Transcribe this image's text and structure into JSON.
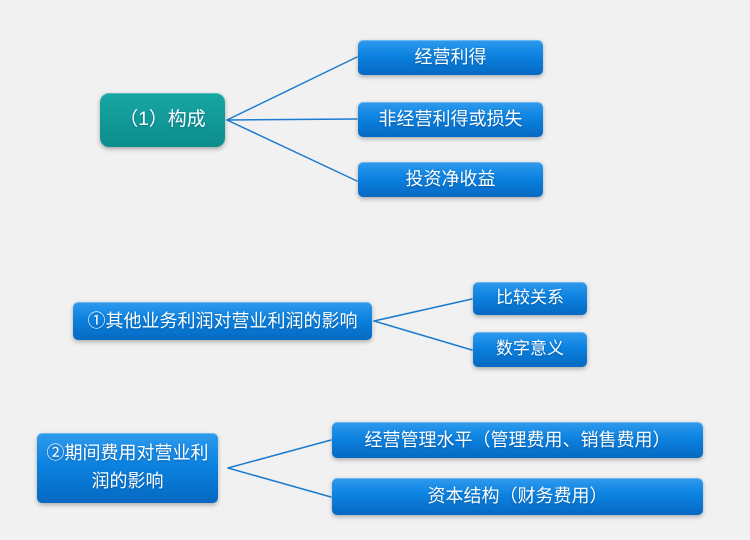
{
  "canvas": {
    "background_color": "#f1f1f1",
    "line_color": "#1b7bd0",
    "node_blue_top": "#2f9bee",
    "node_blue_bottom": "#0569c2",
    "node_teal_top": "#17a7a3",
    "node_teal_bottom": "#0c8d8c",
    "text_color": "#ffffff"
  },
  "groups": [
    {
      "id": "composition",
      "parent": {
        "label": "（1）构成",
        "variant": "teal"
      },
      "children": [
        {
          "label": "经营利得"
        },
        {
          "label": "非经营利得或损失"
        },
        {
          "label": "投资净收益"
        }
      ]
    },
    {
      "id": "other-business-profit",
      "parent": {
        "label": "①其他业务利润对营业利润的影响",
        "variant": "blue"
      },
      "children": [
        {
          "label": "比较关系"
        },
        {
          "label": "数字意义"
        }
      ]
    },
    {
      "id": "period-expense",
      "parent": {
        "label": "②期间费用对营业利润的影响",
        "variant": "blue"
      },
      "children": [
        {
          "label": "经营管理水平（管理费用、销售费用）"
        },
        {
          "label": "资本结构（财务费用）"
        }
      ]
    }
  ]
}
